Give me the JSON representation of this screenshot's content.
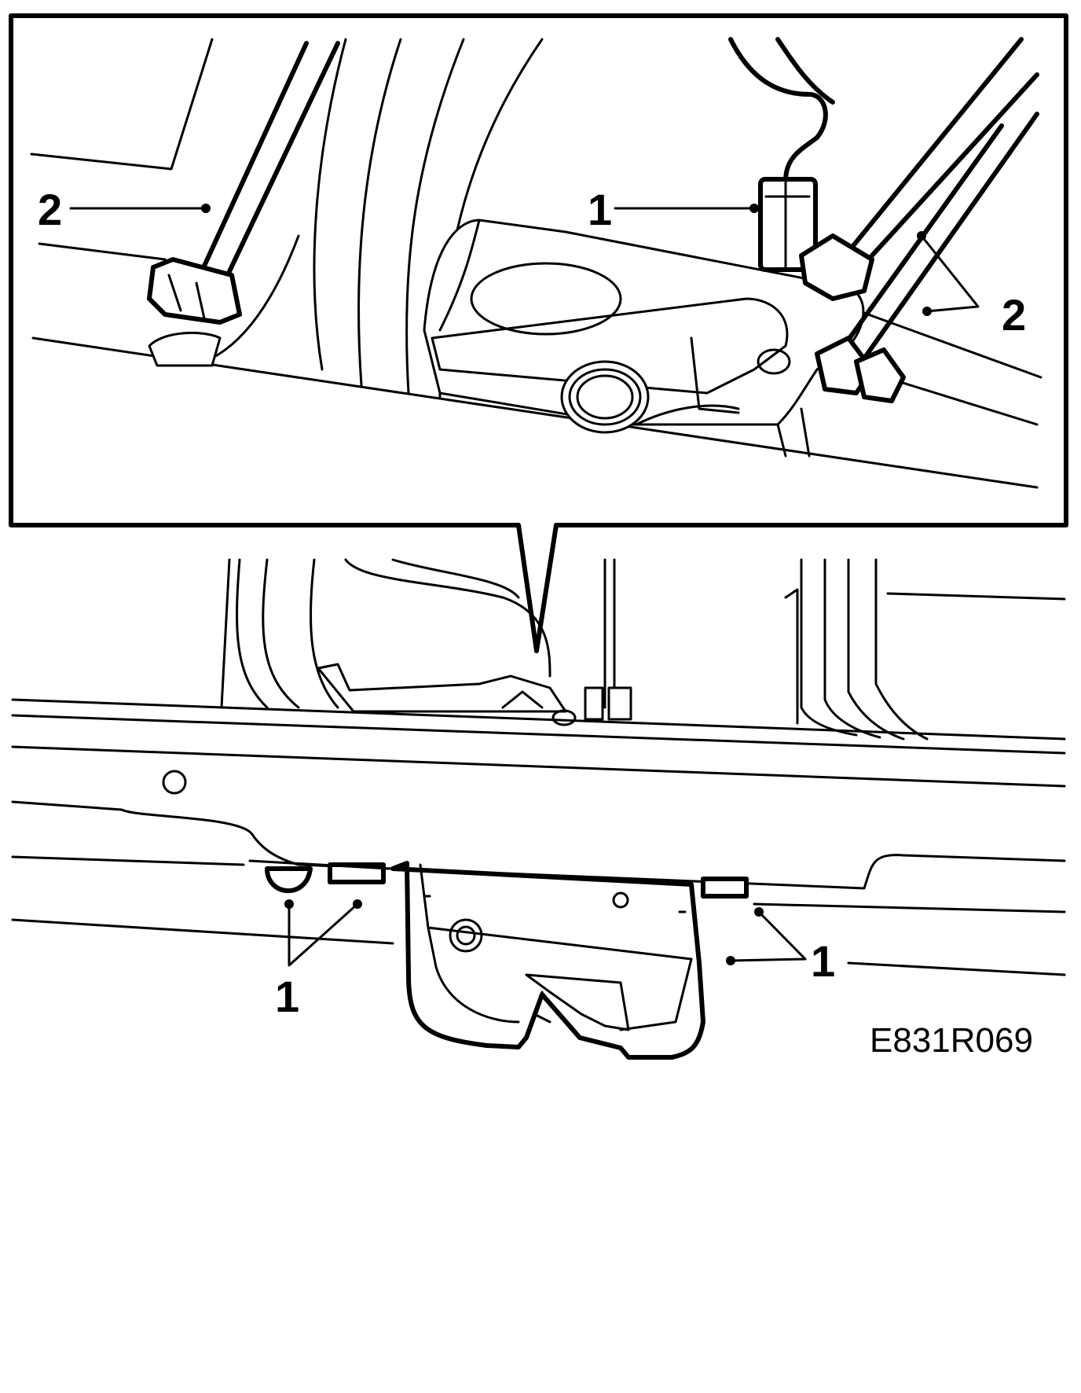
{
  "diagram": {
    "figure_id": "E831R069",
    "inset_callouts": [
      {
        "id": "inset-label-2-left",
        "text": "2"
      },
      {
        "id": "inset-label-1",
        "text": "1"
      },
      {
        "id": "inset-label-2-right",
        "text": "2"
      }
    ],
    "main_callouts": [
      {
        "id": "main-label-1-left",
        "text": "1"
      },
      {
        "id": "main-label-1-right",
        "text": "1"
      }
    ],
    "colors": {
      "ink": "#000000",
      "paper": "#ffffff"
    }
  }
}
